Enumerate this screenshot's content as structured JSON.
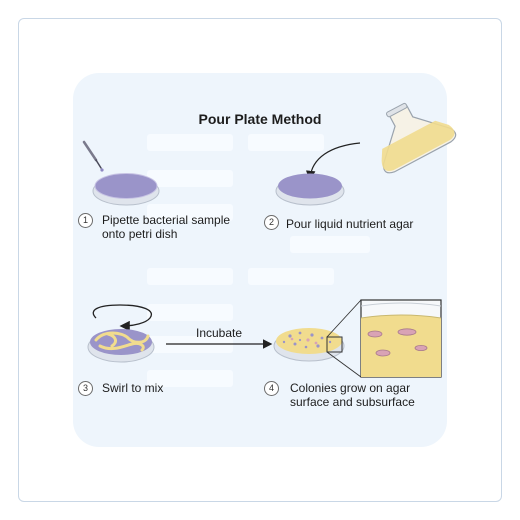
{
  "title": "Pour Plate Method",
  "steps": [
    {
      "number": "1",
      "text": "Pipette bacterial sample onto petri dish"
    },
    {
      "number": "2",
      "text": "Pour liquid nutrient agar"
    },
    {
      "number": "3",
      "text": "Swirl to mix"
    },
    {
      "number": "4",
      "text": "Colonies grow on agar surface and subsurface"
    }
  ],
  "arrow_label": "Incubate",
  "colors": {
    "plate_purple": "#9a94c9",
    "agar_yellow": "#f1dc8e",
    "arrow": "#222222",
    "colony_pink": "#d9a3b5"
  }
}
